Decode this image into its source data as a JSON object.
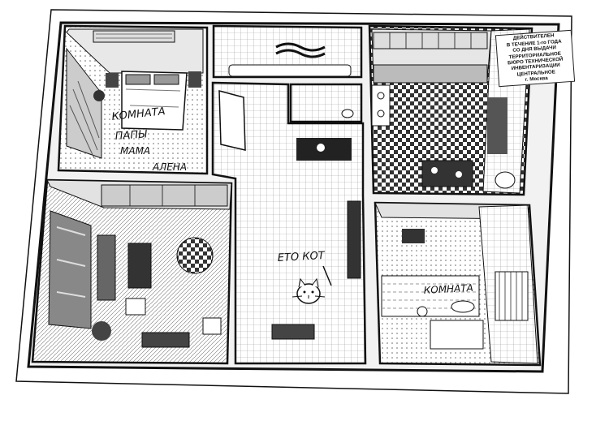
{
  "stamp": {
    "lines": [
      "ДЕЙСТВИТЕЛЕН",
      "В ТЕЧЕНИЕ 1-го ГОДА",
      "СО ДНЯ ВЫДАЧИ",
      "ТЕРРИТОРИАЛЬНОЕ",
      "БЮРО ТЕХНИЧЕСКОЙ",
      "ИНВЕНТАРИЗАЦИИ",
      "ЦЕНТРАЛЬНОЕ",
      "г. Москва"
    ]
  },
  "labels": {
    "bedroom_line1": "КОМНАТА",
    "bedroom_line2": "ПАПЫ",
    "bedroom_line3": "МАМА",
    "bedroom_line4": "АЛЕНА",
    "cat": "ЕТО КОТ",
    "kids_room": "КОМНАТА"
  },
  "colors": {
    "ink": "#111111",
    "paper": "#ffffff",
    "shade": "#cfcfcf"
  }
}
